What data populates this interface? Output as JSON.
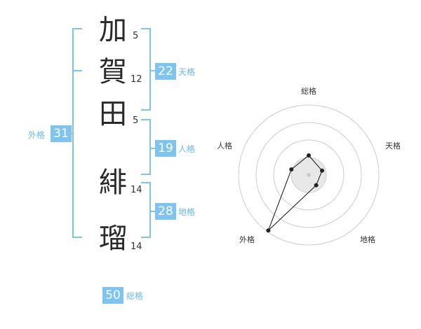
{
  "name": {
    "chars": [
      {
        "char": "加",
        "strokes": "5"
      },
      {
        "char": "賀",
        "strokes": "12"
      },
      {
        "char": "田",
        "strokes": "5"
      },
      {
        "char": "緋",
        "strokes": "14"
      },
      {
        "char": "瑠",
        "strokes": "14"
      }
    ]
  },
  "fortune": {
    "tenkaku": {
      "value": "22",
      "label": "天格"
    },
    "jinkaku": {
      "value": "19",
      "label": "人格"
    },
    "chikaku": {
      "value": "28",
      "label": "地格"
    },
    "gaikaku": {
      "value": "31",
      "label": "外格"
    },
    "soukaku": {
      "value": "50",
      "label": "総格"
    }
  },
  "radar": {
    "labels": {
      "top": "総格",
      "right": "天格",
      "bottom_right": "地格",
      "bottom_left": "外格",
      "left": "人格"
    },
    "rings": 4,
    "values": {
      "soukaku": 0.28,
      "tenkaku": 0.2,
      "chikaku": 0.18,
      "gaikaku": 0.98,
      "jinkaku": 0.26
    },
    "colors": {
      "ring": "#cccccc",
      "fill": "#e8e8e8",
      "line": "#111111",
      "point": "#222222",
      "center": "#cccccc"
    }
  },
  "colors": {
    "accent": "#7fc4ef",
    "label": "#6bb8e8"
  }
}
